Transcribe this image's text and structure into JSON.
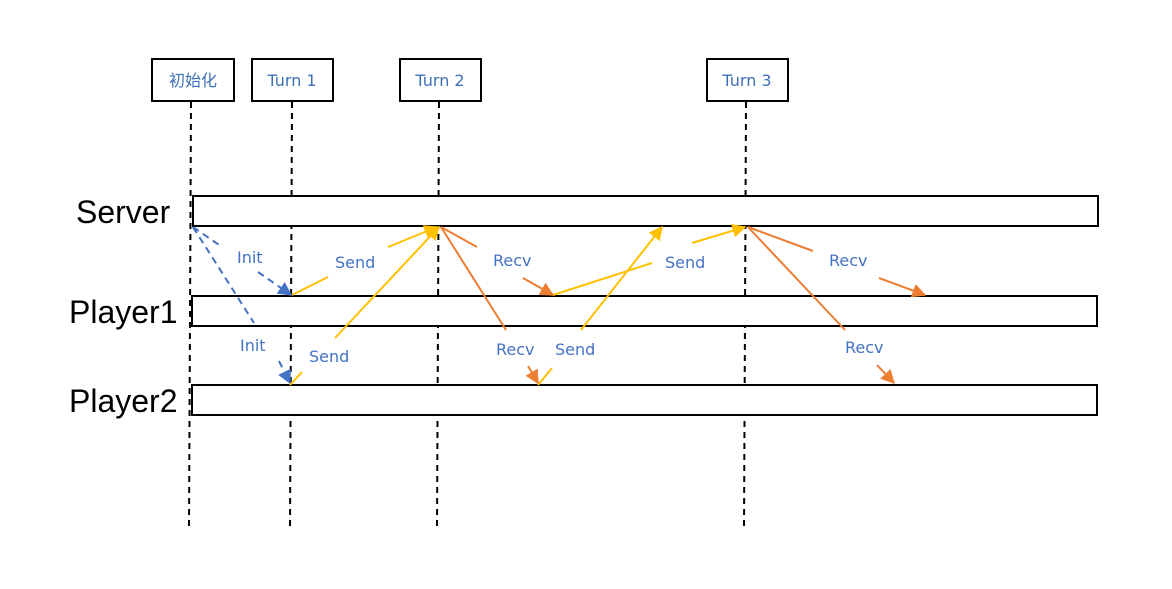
{
  "phases": [
    {
      "label": "初始化"
    },
    {
      "label": "Turn 1"
    },
    {
      "label": "Turn 2"
    },
    {
      "label": "Turn 3"
    }
  ],
  "lanes": [
    {
      "label": "Server"
    },
    {
      "label": "Player1"
    },
    {
      "label": "Player2"
    }
  ],
  "messages": {
    "init_p1": "Init",
    "init_p2": "Init",
    "send_t1_p1": "Send",
    "send_t1_p2": "Send",
    "recv_t2_p1": "Recv",
    "recv_t2_p2": "Recv",
    "send_t2_p1": "Send",
    "send_t2_p2": "Send",
    "recv_t3_p1": "Recv",
    "recv_t3_p2": "Recv"
  },
  "colors": {
    "init": "#4472c4",
    "send": "#ffc000",
    "recv": "#ed7d31",
    "label": "#4472c4",
    "outline": "#000000"
  }
}
